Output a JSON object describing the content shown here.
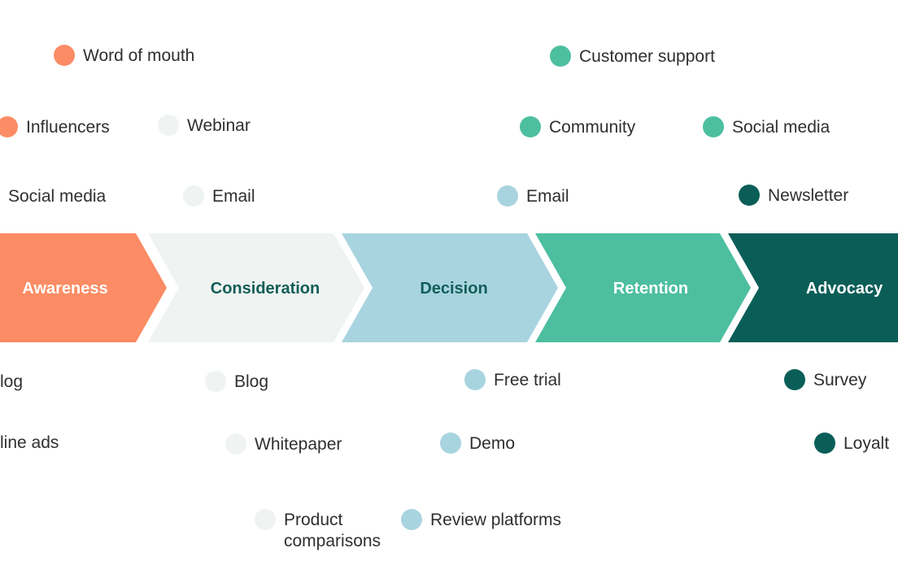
{
  "colors": {
    "awareness": "#fb8c65",
    "consideration": "#eff3f2",
    "decision": "#a8d4e0",
    "retention": "#4dbfa0",
    "advocacy": "#0a5e57"
  },
  "stages": [
    {
      "key": "awareness",
      "label": "Awareness",
      "text_color": "#ffffff"
    },
    {
      "key": "consideration",
      "label": "Consideration",
      "text_color": "#135e58"
    },
    {
      "key": "decision",
      "label": "Decision",
      "text_color": "#135e58"
    },
    {
      "key": "retention",
      "label": "Retention",
      "text_color": "#ffffff"
    },
    {
      "key": "advocacy",
      "label": "Advocacy",
      "text_color": "#ffffff"
    }
  ],
  "touchpoints": {
    "word_of_mouth": "Word of mouth",
    "influencers": "Influencers",
    "webinar": "Webinar",
    "social_media_awareness": "Social media",
    "email_consideration": "Email",
    "blog_awareness": "log",
    "online_ads": "line ads",
    "blog_consideration": "Blog",
    "whitepaper": "Whitepaper",
    "product_comparisons": "Product comparisons",
    "email_decision": "Email",
    "free_trial": "Free trial",
    "demo": "Demo",
    "review_platforms": "Review platforms",
    "customer_support": "Customer support",
    "community": "Community",
    "social_media_retention": "Social media",
    "newsletter": "Newsletter",
    "survey": "Survey",
    "loyalty": "Loyalt"
  }
}
